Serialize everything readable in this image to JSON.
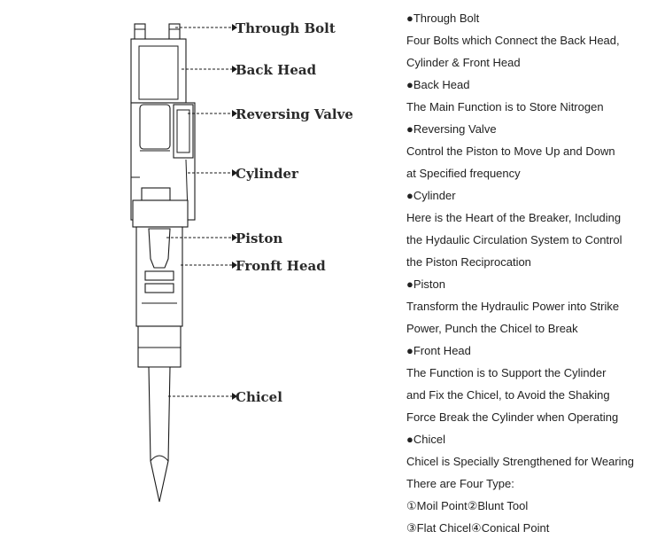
{
  "callouts": [
    {
      "id": "through-bolt",
      "label": "Through Bolt"
    },
    {
      "id": "back-head",
      "label": "Back Head"
    },
    {
      "id": "reversing-valve",
      "label": "Reversing Valve"
    },
    {
      "id": "cylinder",
      "label": "Cylinder"
    },
    {
      "id": "piston",
      "label": "Piston"
    },
    {
      "id": "front-head",
      "label": "Fronft Head"
    },
    {
      "id": "chicel",
      "label": "Chicel"
    }
  ],
  "description_lines": [
    "●Through Bolt",
    "Four Bolts which Connect the Back Head,",
    "Cylinder & Front Head",
    "●Back Head",
    "The Main Function is to Store Nitrogen",
    "●Reversing Valve",
    "Control the Piston to Move Up and Down",
    "at Specified frequency",
    "●Cylinder",
    "Here is the Heart of the Breaker, Including",
    "the Hydaulic Circulation System to Control",
    "the Piston Reciprocation",
    "●Piston",
    "Transform the Hydraulic Power into Strike",
    "Power, Punch the Chicel to Break",
    "●Front Head",
    "The Function is to Support the Cylinder",
    "and Fix the Chicel, to Avoid the Shaking",
    "Force Break the Cylinder when Operating",
    "●Chicel",
    "Chicel is Specially Strengthened for Wearing",
    "There are Four Type:",
    "①Moil Point②Blunt Tool",
    "③Flat Chicel④Conical Point"
  ]
}
